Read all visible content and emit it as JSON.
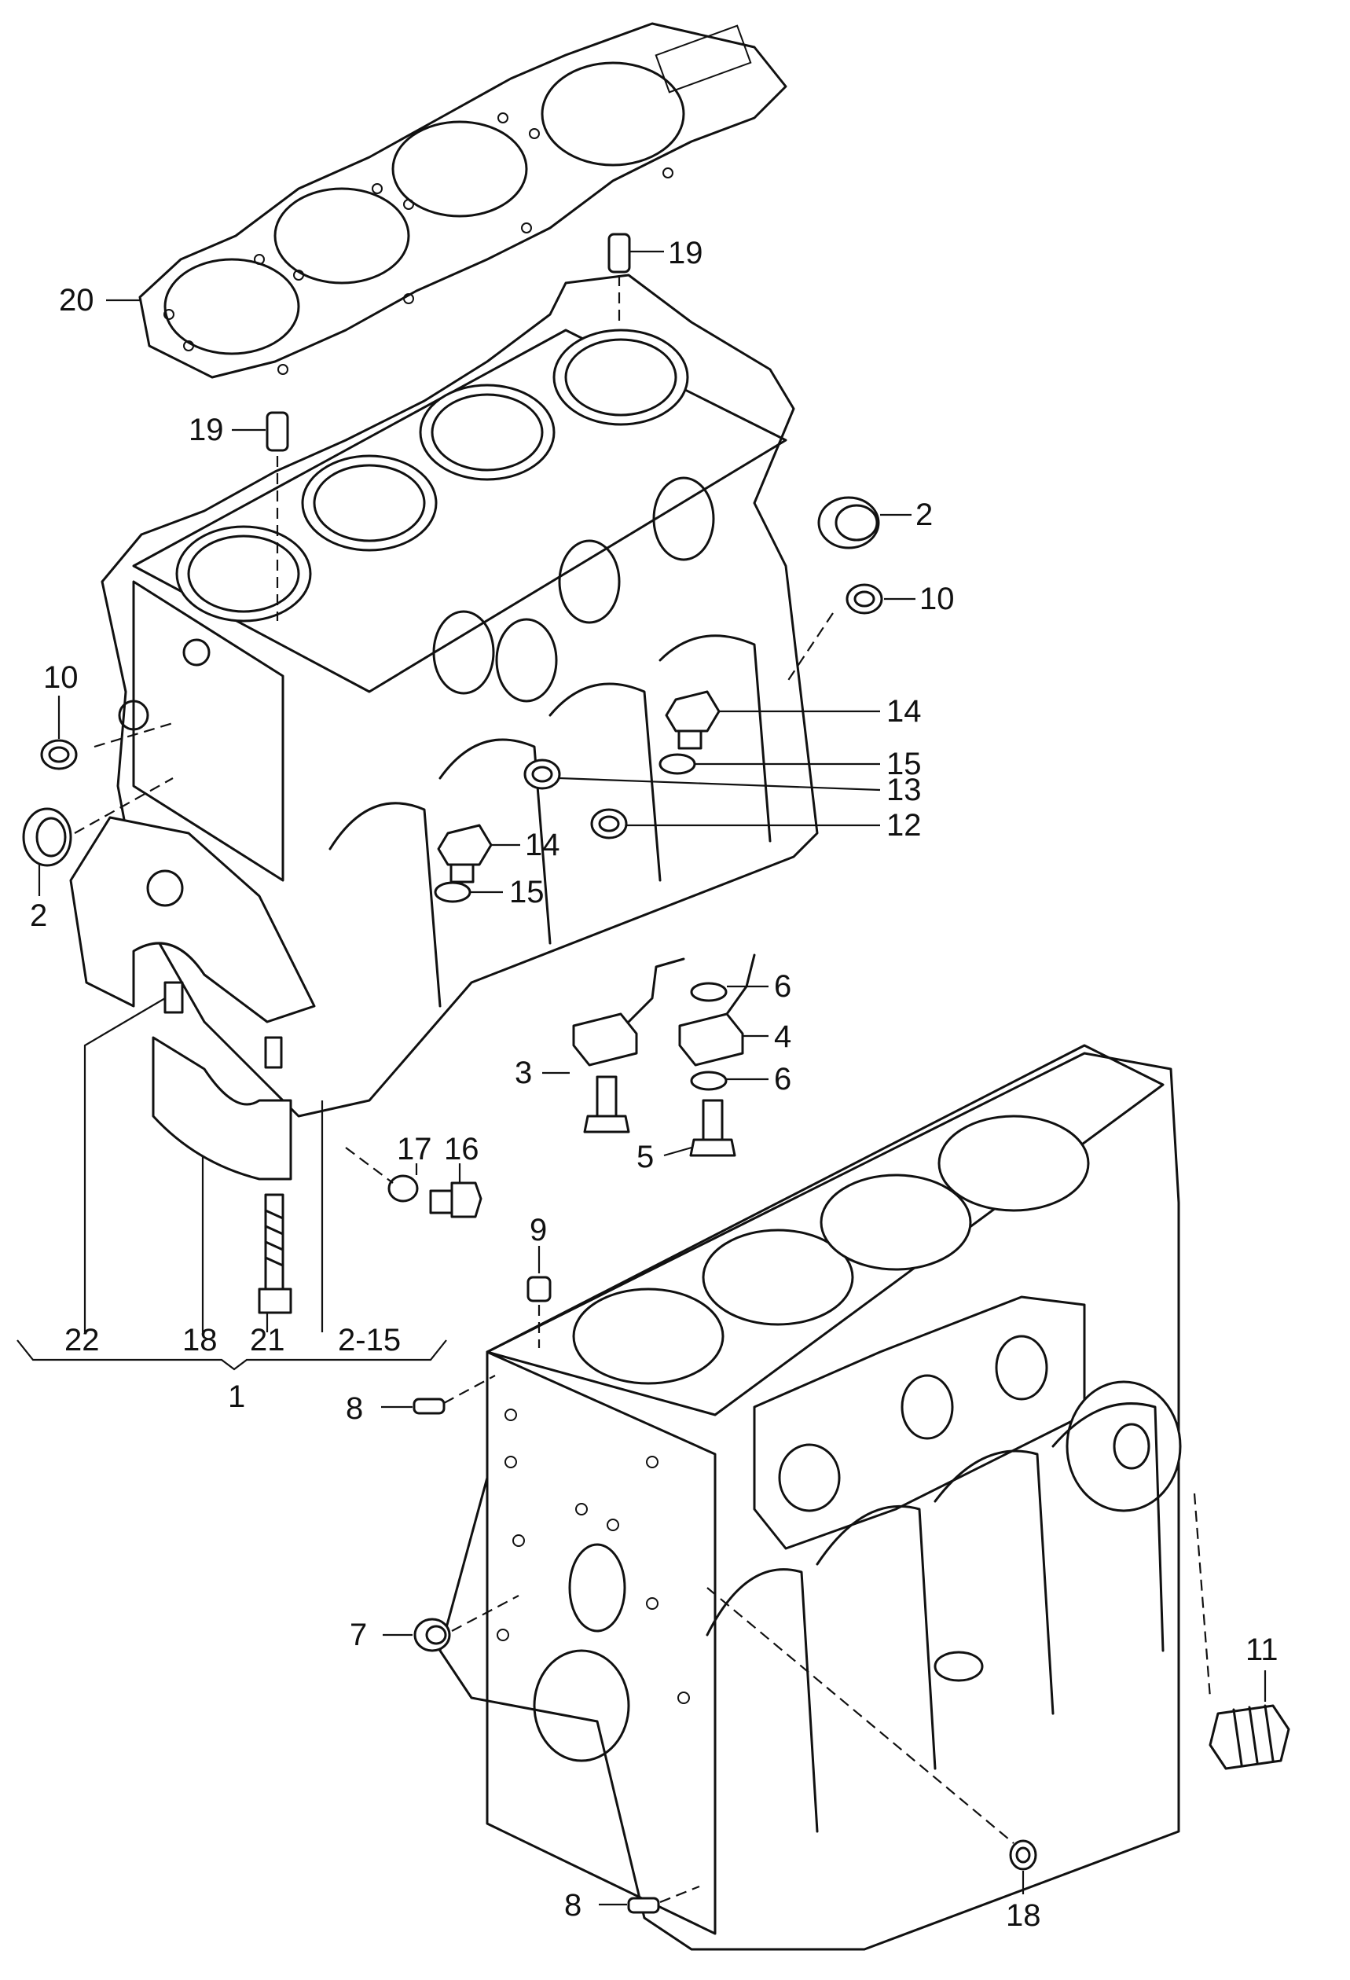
{
  "callouts": {
    "c1": "1",
    "c2a": "2",
    "c2b": "2",
    "c3": "3",
    "c4": "4",
    "c5": "5",
    "c6a": "6",
    "c6b": "6",
    "c7": "7",
    "c8a": "8",
    "c8b": "8",
    "c9": "9",
    "c10a": "10",
    "c10b": "10",
    "c11": "11",
    "c12": "12",
    "c13": "13",
    "c14a": "14",
    "c14b": "14",
    "c15a": "15",
    "c15b": "15",
    "c16": "16",
    "c17": "17",
    "c18a": "18",
    "c18b": "18",
    "c19a": "19",
    "c19b": "19",
    "c20": "20",
    "c21": "21",
    "c22": "22",
    "c2_15": "2-15"
  }
}
